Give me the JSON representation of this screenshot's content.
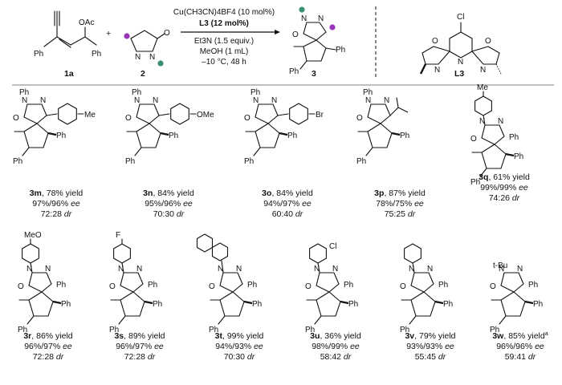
{
  "scheme": {
    "reactant1": {
      "id": "1a",
      "oac": "OAc",
      "ph_left": "Ph",
      "ph_right": "Ph"
    },
    "plus": "+",
    "reactant2": {
      "id": "2",
      "n1": "N",
      "n2": "N",
      "o": "O"
    },
    "conditions": [
      "Cu(CH3CN)4BF4 (10 mol%)",
      "L3 (12 mol%)",
      "Et3N (1.5 equiv.)",
      "MeOH (1 mL)",
      "–10 °C, 48 h"
    ],
    "product": {
      "id": "3",
      "n1": "N",
      "n2": "N",
      "o": "O",
      "ph1": "Ph",
      "ph2": "Ph"
    },
    "ligand": {
      "id": "L3",
      "cl": "Cl",
      "n_py": "N",
      "n_left": "N",
      "n_right": "N",
      "o_left": "O",
      "o_right": "O"
    }
  },
  "accent": {
    "purple": "#9a35b8",
    "green": "#3d8f6e"
  },
  "compounds": [
    {
      "id": "3m",
      "yield": ", 78% yield",
      "ee": "97%/96%",
      "dr": "72:28",
      "n_sub": "Ph",
      "aryl": "Me"
    },
    {
      "id": "3n",
      "yield": ", 84% yield",
      "ee": "95%/96%",
      "dr": "70:30",
      "n_sub": "Ph",
      "aryl": "OMe"
    },
    {
      "id": "3o",
      "yield": ", 84% yield",
      "ee": "94%/97%",
      "dr": "60:40",
      "n_sub": "Ph",
      "aryl": "Br"
    },
    {
      "id": "3p",
      "yield": ", 87% yield",
      "ee": "78%/75%",
      "dr": "75:25",
      "n_sub": "Ph",
      "aryl": ""
    },
    {
      "id": "3q",
      "yield": ", 61% yield",
      "ee": "99%/99%",
      "dr": "74:26",
      "n_sub": "Me",
      "aryl": "Ph"
    },
    {
      "id": "3r",
      "yield": ", 86% yield",
      "ee": "96%/97%",
      "dr": "72:28",
      "n_sub": "MeO",
      "aryl": "Ph"
    },
    {
      "id": "3s",
      "yield": ", 89% yield",
      "ee": "96%/97%",
      "dr": "72:28",
      "n_sub": "F",
      "aryl": "Ph"
    },
    {
      "id": "3t",
      "yield": ", 99% yield",
      "ee": "94%/93%",
      "dr": "70:30",
      "n_sub": "",
      "aryl": "Ph"
    },
    {
      "id": "3u",
      "yield": ", 36% yield",
      "ee": "98%/99%",
      "dr": "58:42",
      "n_sub": "Cl",
      "aryl": "Ph"
    },
    {
      "id": "3v",
      "yield": ", 79% yield",
      "ee": "93%/93%",
      "dr": "55:45",
      "n_sub": "",
      "aryl": "Ph"
    },
    {
      "id": "3w",
      "yield": ", 85% yield",
      "yield_sup": "a",
      "ee": "96%/96%",
      "dr": "59:41",
      "n_sub": "t-Bu",
      "aryl": "Ph"
    }
  ],
  "labels": {
    "ee": "ee",
    "dr": "dr",
    "N": "N",
    "O": "O",
    "Ph": "Ph"
  }
}
